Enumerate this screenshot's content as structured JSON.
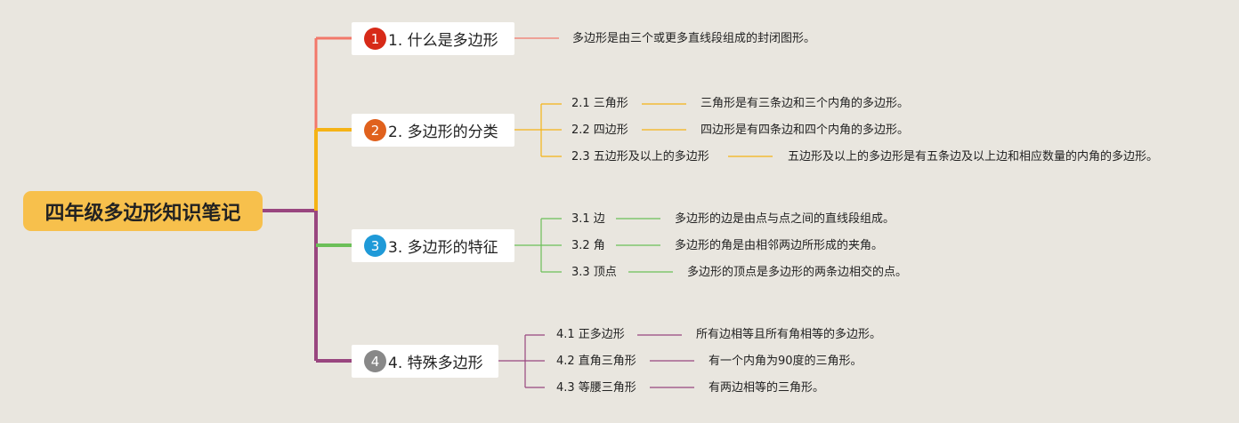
{
  "colors": {
    "background": "#e9e6df",
    "root": "#f7c04c",
    "branch1": "#f2786a",
    "branch2": "#f5b316",
    "branch3": "#6cbf58",
    "branch4": "#99467f",
    "badge1": "#d72a18",
    "badge2": "#e0611d",
    "badge3": "#1f9ad8",
    "badge4": "#888888"
  },
  "root": {
    "title": "四年级多边形知识笔记"
  },
  "branches": [
    {
      "badge": "1",
      "title": "1. 什么是多边形",
      "description": "多边形是由三个或更多直线段组成的封闭图形。",
      "topics": []
    },
    {
      "badge": "2",
      "title": "2. 多边形的分类",
      "topics": [
        {
          "label": "2.1 三角形",
          "description": "三角形是有三条边和三个内角的多边形。"
        },
        {
          "label": "2.2 四边形",
          "description": "四边形是有四条边和四个内角的多边形。"
        },
        {
          "label": "2.3 五边形及以上的多边形",
          "description": "五边形及以上的多边形是有五条边及以上边和相应数量的内角的多边形。"
        }
      ]
    },
    {
      "badge": "3",
      "title": "3. 多边形的特征",
      "topics": [
        {
          "label": "3.1 边",
          "description": "多边形的边是由点与点之间的直线段组成。"
        },
        {
          "label": "3.2 角",
          "description": "多边形的角是由相邻两边所形成的夹角。"
        },
        {
          "label": "3.3 顶点",
          "description": "多边形的顶点是多边形的两条边相交的点。"
        }
      ]
    },
    {
      "badge": "4",
      "title": "4. 特殊多边形",
      "topics": [
        {
          "label": "4.1 正多边形",
          "description": "所有边相等且所有角相等的多边形。"
        },
        {
          "label": "4.2 直角三角形",
          "description": "有一个内角为90度的三角形。"
        },
        {
          "label": "4.3 等腰三角形",
          "description": "有两边相等的三角形。"
        }
      ]
    }
  ]
}
